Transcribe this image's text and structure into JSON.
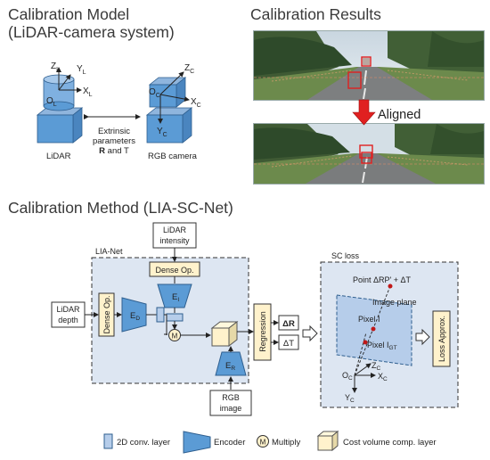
{
  "headings": {
    "calib_model_line1": "Calibration Model",
    "calib_model_line2": "(LiDAR-camera system)",
    "calib_results": "Calibration Results",
    "calib_method": "Calibration Method (LIA-SC-Net)"
  },
  "model": {
    "lidar_axes": {
      "z": "Z",
      "y": "Y",
      "x": "X",
      "o": "O",
      "sub": "L"
    },
    "camera_axes": {
      "z": "Z",
      "o": "O",
      "x": "X",
      "y": "Y",
      "sub": "C"
    },
    "lidar_label": "LiDAR",
    "camera_label": "RGB camera",
    "extrinsic_line1": "Extrinsic",
    "extrinsic_line2": "parameters",
    "extrinsic_line3_R": "R",
    "extrinsic_line3_rest": " and T"
  },
  "results": {
    "aligned_label": "Aligned"
  },
  "method": {
    "lia_net": "LIA-Net",
    "lidar_intensity_1": "LiDAR",
    "lidar_intensity_2": "intensity",
    "dense_op_top": "Dense Op.",
    "dense_op_left": "Dense Op.",
    "lidar_depth_1": "LiDAR",
    "lidar_depth_2": "depth",
    "enc_i": "E",
    "enc_i_sub": "I",
    "enc_d": "E",
    "enc_d_sub": "D",
    "enc_r": "E",
    "enc_r_sub": "R",
    "multiply_symbol": "M",
    "rgb_image_1": "RGB",
    "rgb_image_2": "image",
    "regression": "Regression",
    "delta_r": "ΔR",
    "delta_t": "ΔT",
    "sc_loss": "SC loss",
    "point_label": "Point ΔRP' + ΔT",
    "image_plane": "Image plane",
    "pixel_i": "Pixel I",
    "pixel_igt": "Pixel I",
    "pixel_igt_sub": "GT",
    "oc": "O",
    "zc": "Z",
    "xc": "X",
    "yc": "Y",
    "axis_sub_c": "C",
    "loss_approx": "Loss Approx."
  },
  "legend": {
    "conv": "2D conv. layer",
    "encoder": "Encoder",
    "multiply_symbol": "M",
    "multiply": "Multiply",
    "cost_volume": "Cost volume comp. layer"
  },
  "colors": {
    "box_blue": "#5b9bd5",
    "panel_fill": "#dde6f2",
    "yellow_fill": "#fff2cc",
    "arrow_red": "#e02020",
    "target_red": "#e02020"
  }
}
